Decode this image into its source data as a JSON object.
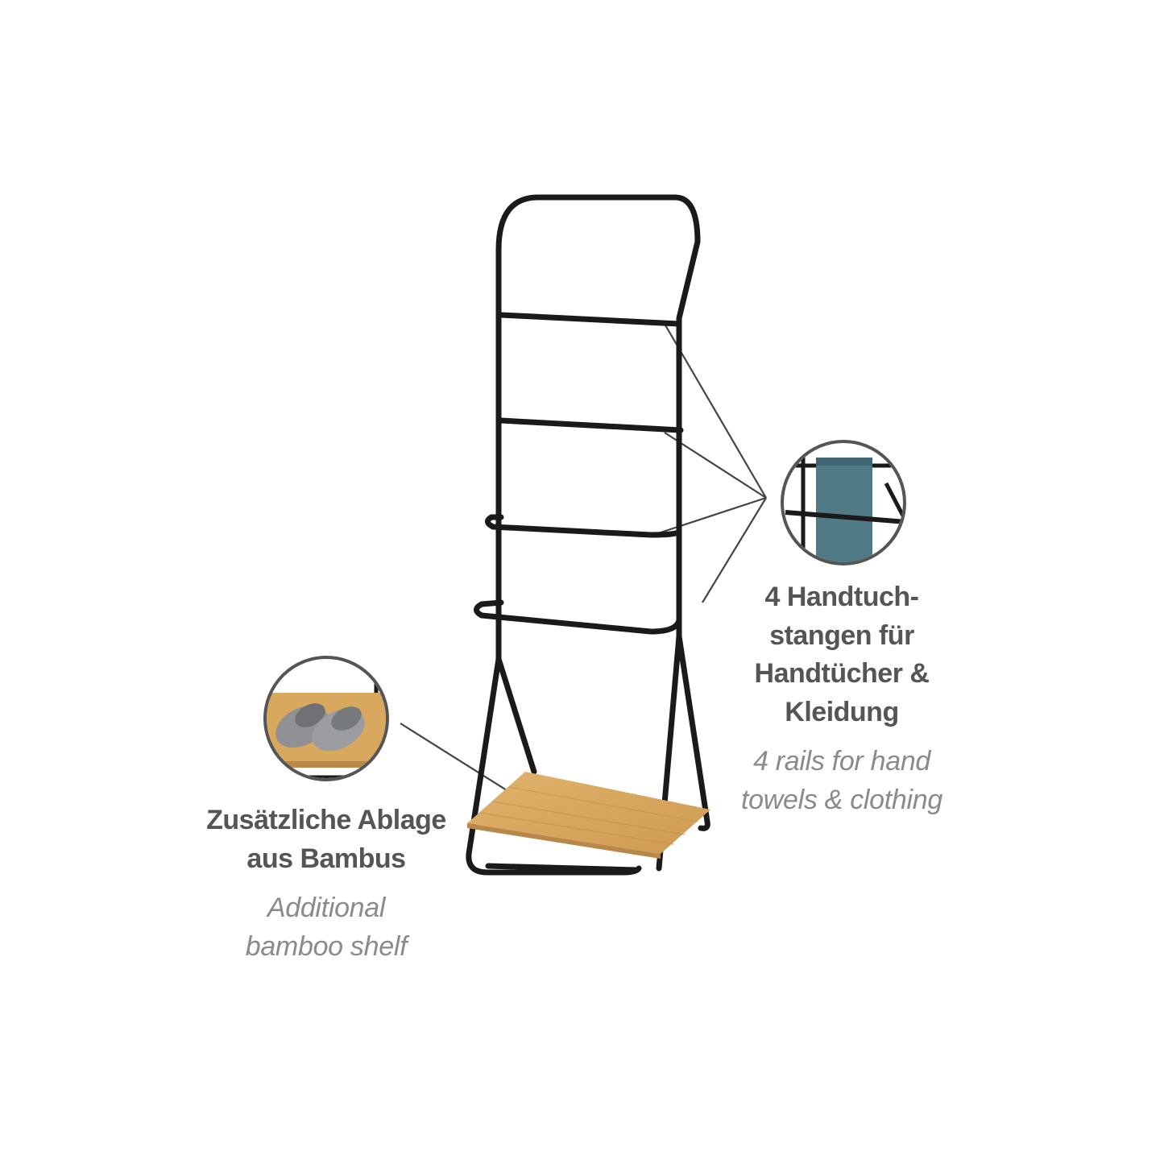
{
  "colors": {
    "frame": "#1a1a1a",
    "bamboo": "#d9a85f",
    "bamboo_dark": "#c4914a",
    "callout_ring": "#555555",
    "leader_line": "#444444",
    "towel": "#4f7a86",
    "slipper": "#8f9194",
    "heading_text": "#555555",
    "subheading_text": "#8a8a8a"
  },
  "callouts": {
    "rails": {
      "icon": "towel-on-rail-detail",
      "de_lines": [
        "4 Handtuch-",
        "stangen für",
        "Handtücher &",
        "Kleidung"
      ],
      "en_lines": [
        "4 rails for hand",
        "towels & clothing"
      ]
    },
    "shelf": {
      "icon": "slippers-on-bamboo-shelf-detail",
      "de_lines": [
        "Zusätzliche Ablage",
        "aus Bambus"
      ],
      "en_lines": [
        "Additional",
        "bamboo shelf"
      ]
    }
  }
}
